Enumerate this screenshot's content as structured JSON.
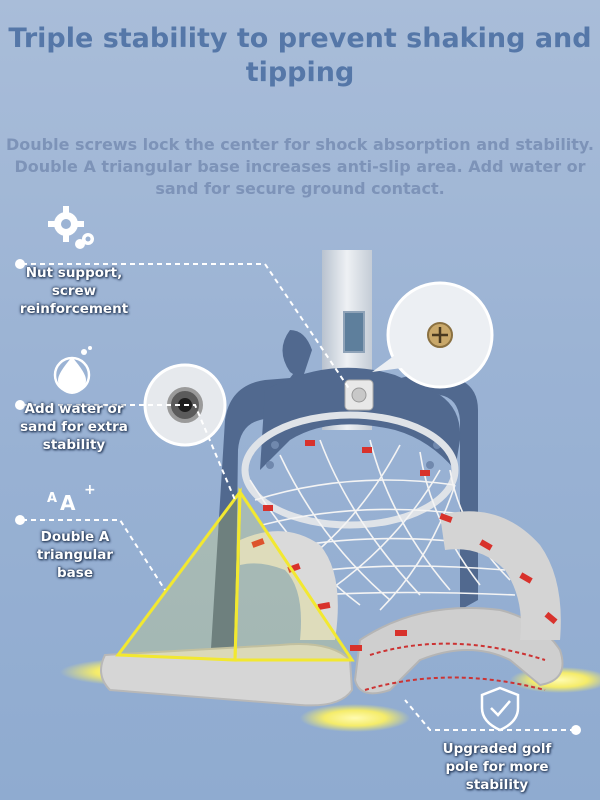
{
  "title": "Triple stability to prevent shaking and tipping",
  "subtitle": "Double screws lock the center for shock absorption and stability. Double A triangular base increases anti-slip area. Add water or sand for secure ground contact.",
  "features": [
    {
      "icon": "gears-icon",
      "label": "Nut support, screw reinforcement"
    },
    {
      "icon": "water-drops-icon",
      "label": "Add water or sand for extra stability"
    },
    {
      "icon": "triangle-letters-icon",
      "label": "Double A triangular base"
    },
    {
      "icon": "shield-check-icon",
      "label": "Upgraded golf pole for more stability"
    }
  ],
  "colors": {
    "background": "#9bb3d4",
    "title": "#5577a8",
    "subtitle": "#7d93b8",
    "frame_navy": "#51698f",
    "base_gray": "#d7d7d7",
    "highlight_yellow": "#f2e830",
    "zip_tie_red": "#d8322c"
  }
}
